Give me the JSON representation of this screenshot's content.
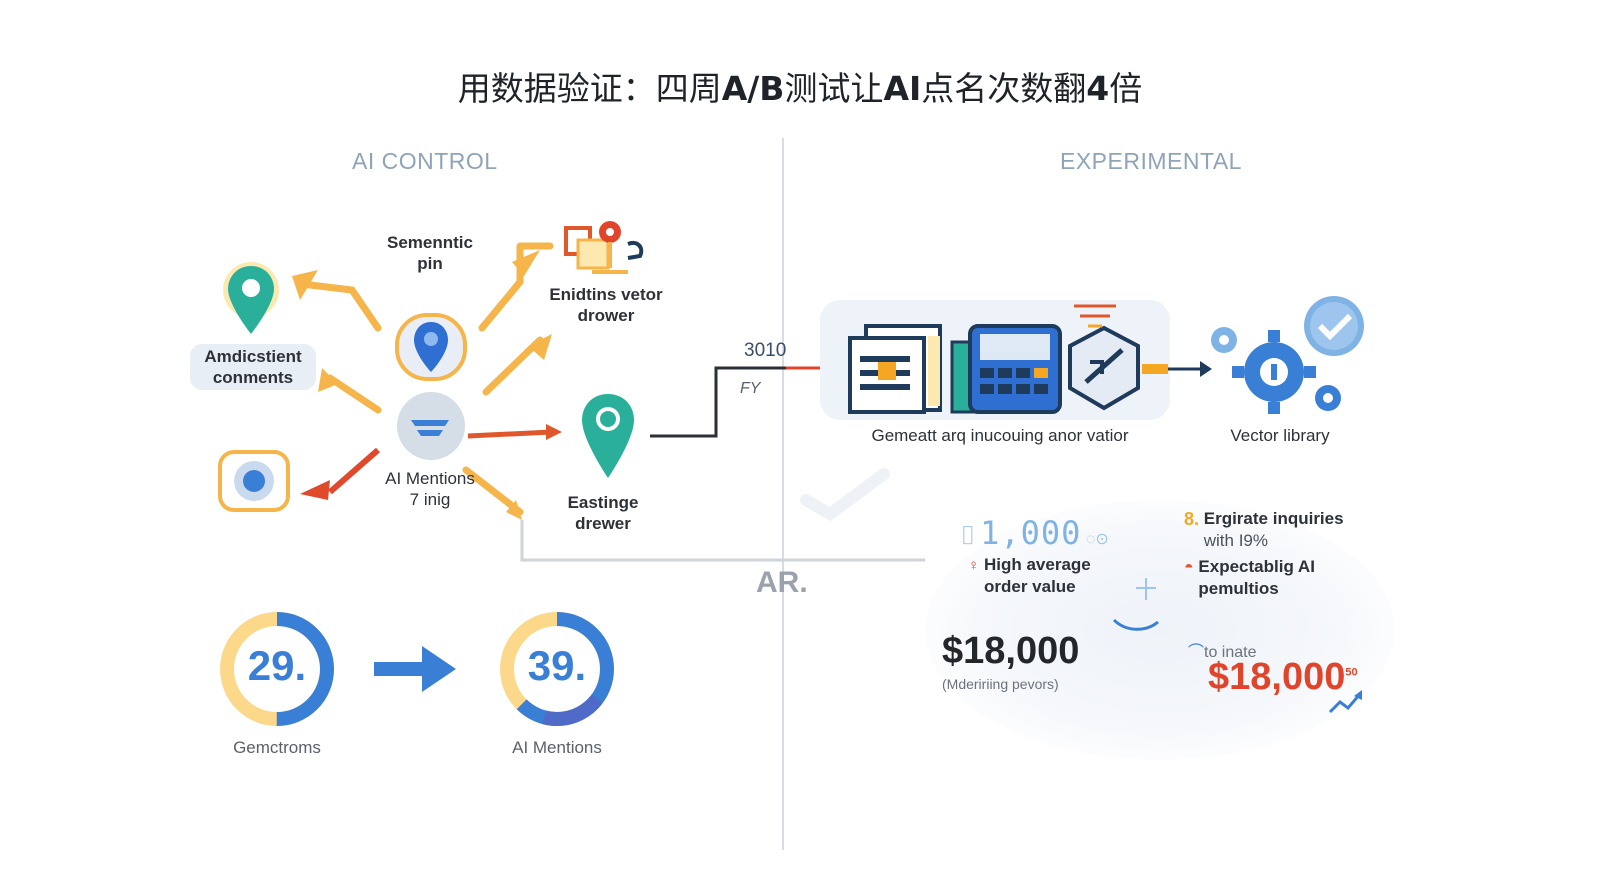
{
  "title": {
    "pre": "用数据验证：四周",
    "ab": "A/B",
    "mid": "测试让",
    "ai": "AI",
    "post": "点名次数翻",
    "four": "4",
    "end": "倍"
  },
  "left": {
    "heading": "AI CONTROL",
    "nodes": {
      "semantic_pin": [
        "Semenntic",
        "pin"
      ],
      "endtins": [
        "Enidtins vetor",
        "drower"
      ],
      "amdicstient": [
        "Amdicstient",
        "conments"
      ],
      "ai_mentions": [
        "AI Mentions",
        "7 inig"
      ],
      "eastinge": [
        "Eastinge",
        "drewer"
      ]
    },
    "donuts": [
      {
        "value": "29.",
        "label": "Gemctroms",
        "fraction": 0.29
      },
      {
        "value": "39.",
        "label": "AI Mentions",
        "fraction": 0.39
      }
    ]
  },
  "center": {
    "step_top": "3010",
    "step_bottom": "FY",
    "ar_label": "AR."
  },
  "right": {
    "heading": "EXPERIMENTAL",
    "panel_caption": "Gemeatt arq inucouing anor vatior",
    "vector_caption": "Vector library",
    "counter": "1,000",
    "bullet_left": [
      "High average",
      "order value"
    ],
    "bullet_1_num": "8.",
    "bullet_1": [
      "Ergirate inquiries",
      "with I9%"
    ],
    "bullet_2": [
      "Expectablig AI",
      "pemultios"
    ],
    "money_left": "$18,000",
    "money_left_note": "(Mdeririing pevors)",
    "to_inate": "to inate",
    "money_right": "$18,000",
    "money_right_sup": "50"
  },
  "colors": {
    "blue": "#3a7fd6",
    "orange": "#f5a623",
    "red": "#e0452c",
    "teal": "#2ab09a",
    "grey": "#8fa4b8"
  }
}
